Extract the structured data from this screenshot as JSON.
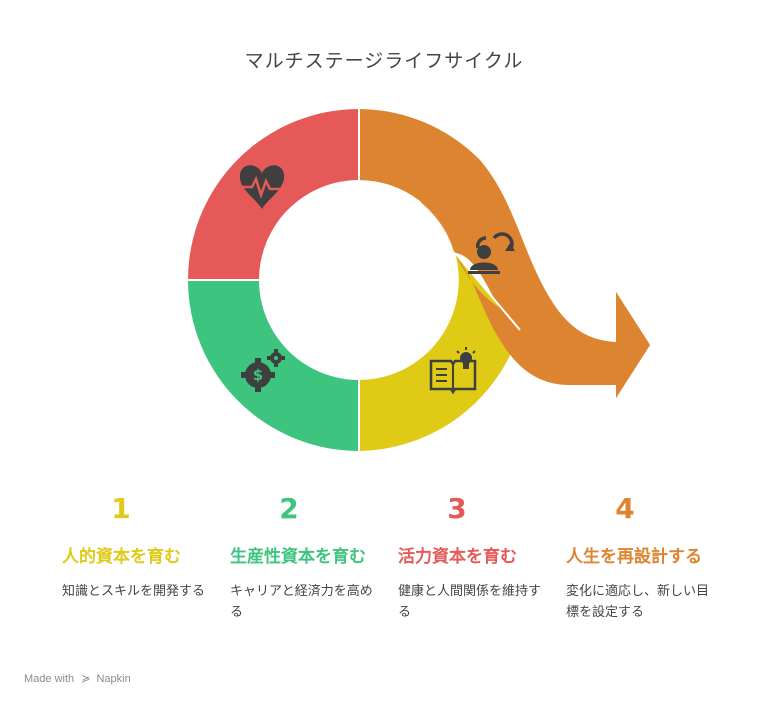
{
  "title": "マルチステージライフサイクル",
  "colors": {
    "yellow": "#dfca16",
    "green": "#3dc57f",
    "red": "#e55a58",
    "orange": "#dd8430",
    "icon": "#3f3f3f"
  },
  "segments": [
    {
      "color": "yellow",
      "icon": "book-lightbulb-icon"
    },
    {
      "color": "green",
      "icon": "money-gear-icon"
    },
    {
      "color": "red",
      "icon": "heart-pulse-icon"
    },
    {
      "color": "orange",
      "icon": "person-cycle-icon"
    }
  ],
  "steps": [
    {
      "number": "1",
      "heading": "人的資本を育む",
      "description": "知識とスキルを開発する",
      "color": "yellow"
    },
    {
      "number": "2",
      "heading": "生産性資本を育む",
      "description": "キャリアと経済力を高める",
      "color": "green"
    },
    {
      "number": "3",
      "heading": "活力資本を育む",
      "description": "健康と人間関係を維持する",
      "color": "red"
    },
    {
      "number": "4",
      "heading": "人生を再設計する",
      "description": "変化に適応し、新しい目標を設定する",
      "color": "orange"
    }
  ],
  "footer": {
    "made_with": "Made with",
    "brand": "Napkin"
  }
}
